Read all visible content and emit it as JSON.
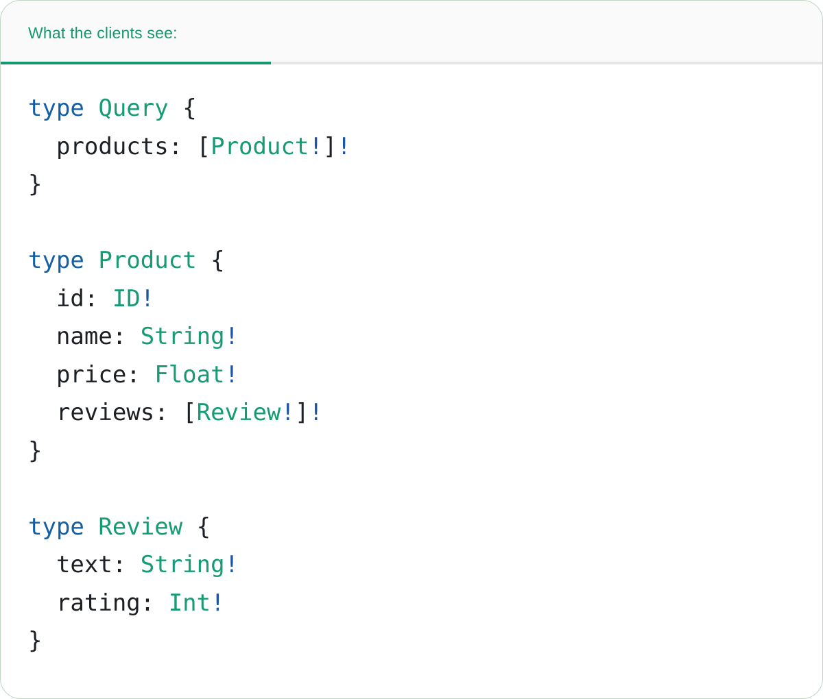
{
  "card": {
    "tab": {
      "label": "What the clients see:"
    }
  },
  "colors": {
    "accent_green": "#16986f",
    "keyword_blue": "#155fa5",
    "type_green": "#169b74",
    "bang_blue": "#1d55a0",
    "text_dark": "#1c2024",
    "divider_gray": "#e5e5e5",
    "header_bg": "#fafafa",
    "card_border": "#bdd5c2"
  },
  "code": {
    "language": "graphql-sdl",
    "lines": [
      [
        {
          "t": "type",
          "c": "kw"
        },
        {
          "t": " ",
          "c": "pl"
        },
        {
          "t": "Query",
          "c": "ty"
        },
        {
          "t": " {",
          "c": "pl"
        }
      ],
      [
        {
          "t": "  products: [",
          "c": "pl"
        },
        {
          "t": "Product",
          "c": "ty"
        },
        {
          "t": "!",
          "c": "bg"
        },
        {
          "t": "]",
          "c": "pl"
        },
        {
          "t": "!",
          "c": "bg"
        }
      ],
      [
        {
          "t": "}",
          "c": "pl"
        }
      ],
      [],
      [
        {
          "t": "type",
          "c": "kw"
        },
        {
          "t": " ",
          "c": "pl"
        },
        {
          "t": "Product",
          "c": "ty"
        },
        {
          "t": " {",
          "c": "pl"
        }
      ],
      [
        {
          "t": "  id: ",
          "c": "pl"
        },
        {
          "t": "ID",
          "c": "ty"
        },
        {
          "t": "!",
          "c": "bg"
        }
      ],
      [
        {
          "t": "  name: ",
          "c": "pl"
        },
        {
          "t": "String",
          "c": "ty"
        },
        {
          "t": "!",
          "c": "bg"
        }
      ],
      [
        {
          "t": "  price: ",
          "c": "pl"
        },
        {
          "t": "Float",
          "c": "ty"
        },
        {
          "t": "!",
          "c": "bg"
        }
      ],
      [
        {
          "t": "  reviews: [",
          "c": "pl"
        },
        {
          "t": "Review",
          "c": "ty"
        },
        {
          "t": "!",
          "c": "bg"
        },
        {
          "t": "]",
          "c": "pl"
        },
        {
          "t": "!",
          "c": "bg"
        }
      ],
      [
        {
          "t": "}",
          "c": "pl"
        }
      ],
      [],
      [
        {
          "t": "type",
          "c": "kw"
        },
        {
          "t": " ",
          "c": "pl"
        },
        {
          "t": "Review",
          "c": "ty"
        },
        {
          "t": " {",
          "c": "pl"
        }
      ],
      [
        {
          "t": "  text: ",
          "c": "pl"
        },
        {
          "t": "String",
          "c": "ty"
        },
        {
          "t": "!",
          "c": "bg"
        }
      ],
      [
        {
          "t": "  rating: ",
          "c": "pl"
        },
        {
          "t": "Int",
          "c": "ty"
        },
        {
          "t": "!",
          "c": "bg"
        }
      ],
      [
        {
          "t": "}",
          "c": "pl"
        }
      ]
    ]
  }
}
